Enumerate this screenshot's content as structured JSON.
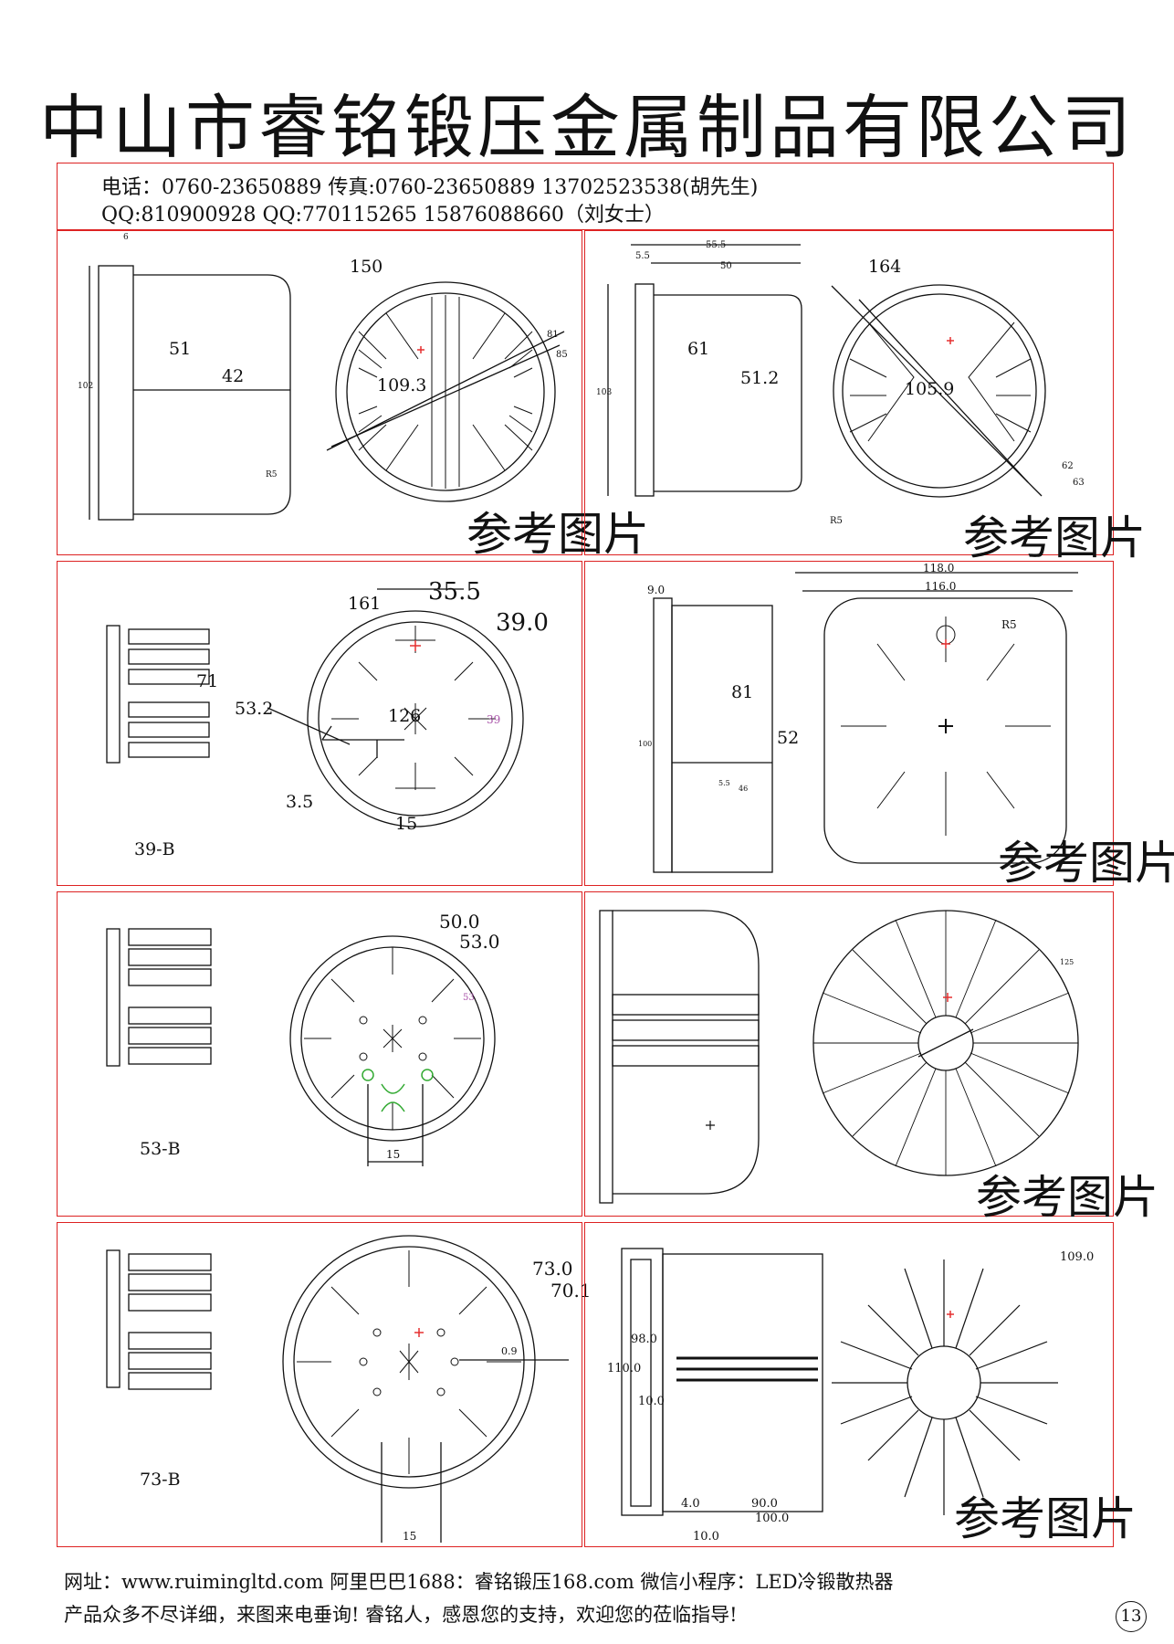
{
  "company": "中山市睿铭锻压金属制品有限公司",
  "contact": {
    "line1": "电话：0760-23650889  传真:0760-23650889     13702523538(胡先生)",
    "line2": "QQ:810900928        QQ:770115265           15876088660（刘女士）"
  },
  "panels": {
    "p1": {
      "size": "150",
      "a": "51",
      "b": "42",
      "dia": "109.3",
      "r": "R5",
      "d1": "81",
      "d2": "85",
      "w": "6",
      "h": "102"
    },
    "p2": {
      "size": "164",
      "a": "61",
      "b": "51.2",
      "dia": "105.9",
      "w1": "55.5",
      "w2": "50",
      "w3": "5.5",
      "h": "103",
      "d1": "62",
      "d2": "63",
      "r": "R5"
    },
    "p3": {
      "name": "39-B",
      "size": "161",
      "a": "71",
      "b": "53.2",
      "dia": "126",
      "c": "39",
      "d1": "35.5",
      "d2": "39.0",
      "e": "3.5",
      "f": "15"
    },
    "p4": {
      "w1": "118.0",
      "w2": "116.0",
      "a": "81",
      "b": "52",
      "c": "9.0",
      "r": "R5",
      "h": "100",
      "s1": "5.5",
      "s2": "46"
    },
    "p5": {
      "name": "53-B",
      "d1": "50.0",
      "d2": "53.0",
      "c": "53",
      "f": "15"
    },
    "p6": {
      "c": "125"
    },
    "p7": {
      "name": "73-B",
      "d1": "73.0",
      "d2": "70.1",
      "c": "0.9",
      "f": "15"
    },
    "p8": {
      "a": "98.0",
      "b": "110.0",
      "c": "10.0",
      "d": "4.0",
      "e": "90.0",
      "f": "100.0",
      "g": "10.0",
      "dia": "109.0"
    }
  },
  "reference": "参考图片",
  "footer": {
    "line1": "网址：www.ruimingltd.com 阿里巴巴1688：睿铭锻压168.com 微信小程序：LED冷锻散热器",
    "line2": "产品众多不尽详细，来图来电垂询!      睿铭人，感恩您的支持，欢迎您的莅临指导!",
    "page": "13"
  },
  "colors": {
    "frame": "#dd2222",
    "line": "#111111",
    "accent_red": "#e53030",
    "accent_green": "#33aa33",
    "accent_purple": "#aa55aa"
  }
}
